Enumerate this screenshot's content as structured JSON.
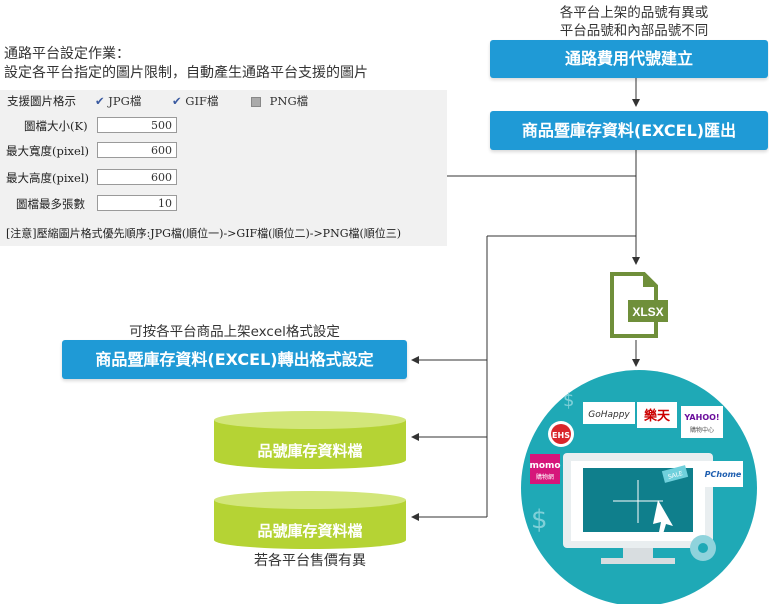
{
  "intro": {
    "line1": "通路平台設定作業：",
    "line2": "設定各平台指定的圖片限制，自動產生通路平台支援的圖片"
  },
  "settings": {
    "format_label": "支援圖片格示",
    "formats": [
      {
        "label": "JPG檔",
        "checked": true
      },
      {
        "label": "GIF檔",
        "checked": true
      },
      {
        "label": "PNG檔",
        "checked": false
      }
    ],
    "fields": [
      {
        "label": "圖檔大小(K)",
        "value": "500"
      },
      {
        "label": "最大寬度(pixel)",
        "value": "600"
      },
      {
        "label": "最大高度(pixel)",
        "value": "600"
      },
      {
        "label": "圖檔最多張數",
        "value": "10"
      }
    ],
    "note": "[注意]壓縮圖片格式優先順序:JPG檔(順位一)->GIF檔(順位二)->PNG檔(順位三)"
  },
  "flow": {
    "top_caption_1": "各平台上架的品號有異或",
    "top_caption_2": "平台品號和內部品號不同",
    "box_channel_code": "通路費用代號建立",
    "box_export": "商品暨庫存資料(EXCEL)匯出",
    "xlsx_label": "XLSX",
    "format_caption": "可按各平台商品上架excel格式設定",
    "box_format": "商品暨庫存資料(EXCEL)轉出格式設定",
    "db1_label": "品號庫存資料檔",
    "db2_label": "品號庫存資料檔",
    "db2_caption": "若各平台售價有異"
  },
  "platforms": {
    "gohappy": "GoHappy",
    "rakuten": "樂天",
    "ehs": "EHS",
    "yahoo": "YAHOO!",
    "yahoo_sub": "購物中心",
    "momo": "momo",
    "momo_sub": "購物網",
    "pchome": "PChome",
    "sale": "SALE",
    "dollar": "$"
  },
  "colors": {
    "accent_blue": "#1f9ad6",
    "db_green": "#b5d334",
    "circle_teal": "#1fa9b6",
    "xlsx_green": "#6f8f3a"
  }
}
